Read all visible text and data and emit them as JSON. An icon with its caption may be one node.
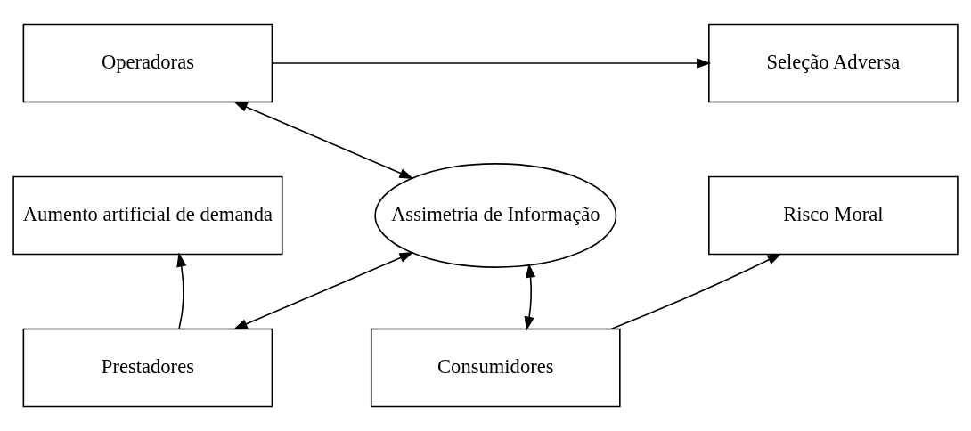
{
  "diagram": {
    "nodes": [
      {
        "text": [
          "Operadoras"
        ]
      },
      {
        "text": [
          "Seleção Adversa"
        ]
      },
      {
        "text": [
          "Aumento artificial de demanda"
        ]
      },
      {
        "text": [
          "Assimetria de Informação"
        ]
      },
      {
        "text": [
          "Risco Moral"
        ]
      },
      {
        "text": [
          "Prestadores"
        ]
      },
      {
        "text": [
          "Consumidores"
        ]
      }
    ],
    "edges": [
      {
        "from": 0,
        "to": 1,
        "arrow": "to"
      },
      {
        "from": 0,
        "to": 3,
        "arrow": "both"
      },
      {
        "from": 5,
        "to": 3,
        "arrow": "both"
      },
      {
        "from": 3,
        "to": 6,
        "arrow": "both"
      },
      {
        "from": 5,
        "to": 2,
        "arrow": "to"
      },
      {
        "from": 6,
        "to": 4,
        "arrow": "to"
      }
    ]
  }
}
